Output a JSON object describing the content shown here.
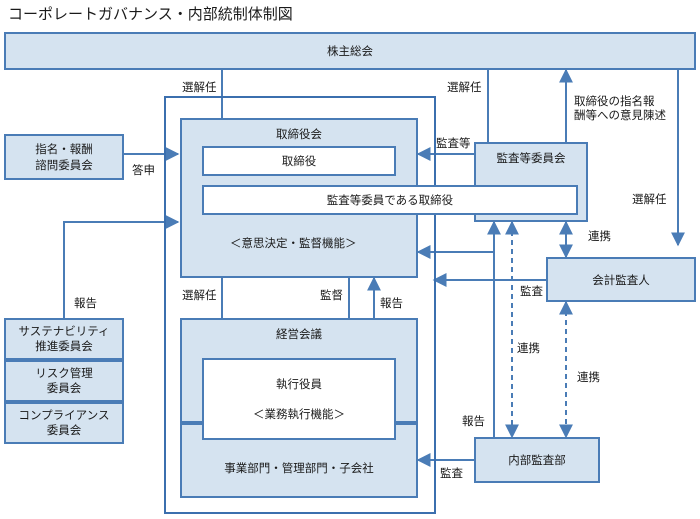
{
  "title": "コーポレートガバナンス・内部統制体制図",
  "boxes": {
    "shareholders": "株主総会",
    "nomination_committee_line1": "指名・報酬",
    "nomination_committee_line2": "諮問委員会",
    "board": "取締役会",
    "director": "取締役",
    "audit_director": "監査等委員である取締役",
    "board_function": "＜意思決定・監督機能＞",
    "audit_committee": "監査等委員会",
    "auditor": "会計監査人",
    "management_meeting": "経営会議",
    "executive_officers": "執行役員",
    "executive_function": "＜業務執行機能＞",
    "departments": "事業部門・管理部門・子会社",
    "internal_audit": "内部監査部",
    "sustainability_line1": "サステナビリティ",
    "sustainability_line2": "推進委員会",
    "risk_line1": "リスク管理",
    "risk_line2": "委員会",
    "compliance_line1": "コンプライアンス",
    "compliance_line2": "委員会"
  },
  "labels": {
    "elect_board": "選解任",
    "elect_audit": "選解任",
    "elect_auditor": "選解任",
    "elect_exec": "選解任",
    "opinion_line1": "取締役の指名報",
    "opinion_line2": "酬等への意見陳述",
    "answer": "答申",
    "audit_board": "監査等",
    "cooperate_1": "連携",
    "cooperate_2": "連携",
    "cooperate_3": "連携",
    "audit_auditor": "監査",
    "supervise": "監督",
    "report_exec": "報告",
    "report_committees": "報告",
    "report_internal": "報告",
    "audit_internal": "監査"
  },
  "colors": {
    "border": "#4a7cb6",
    "fill": "#d5e3f0",
    "arrow": "#4a7cb6"
  }
}
